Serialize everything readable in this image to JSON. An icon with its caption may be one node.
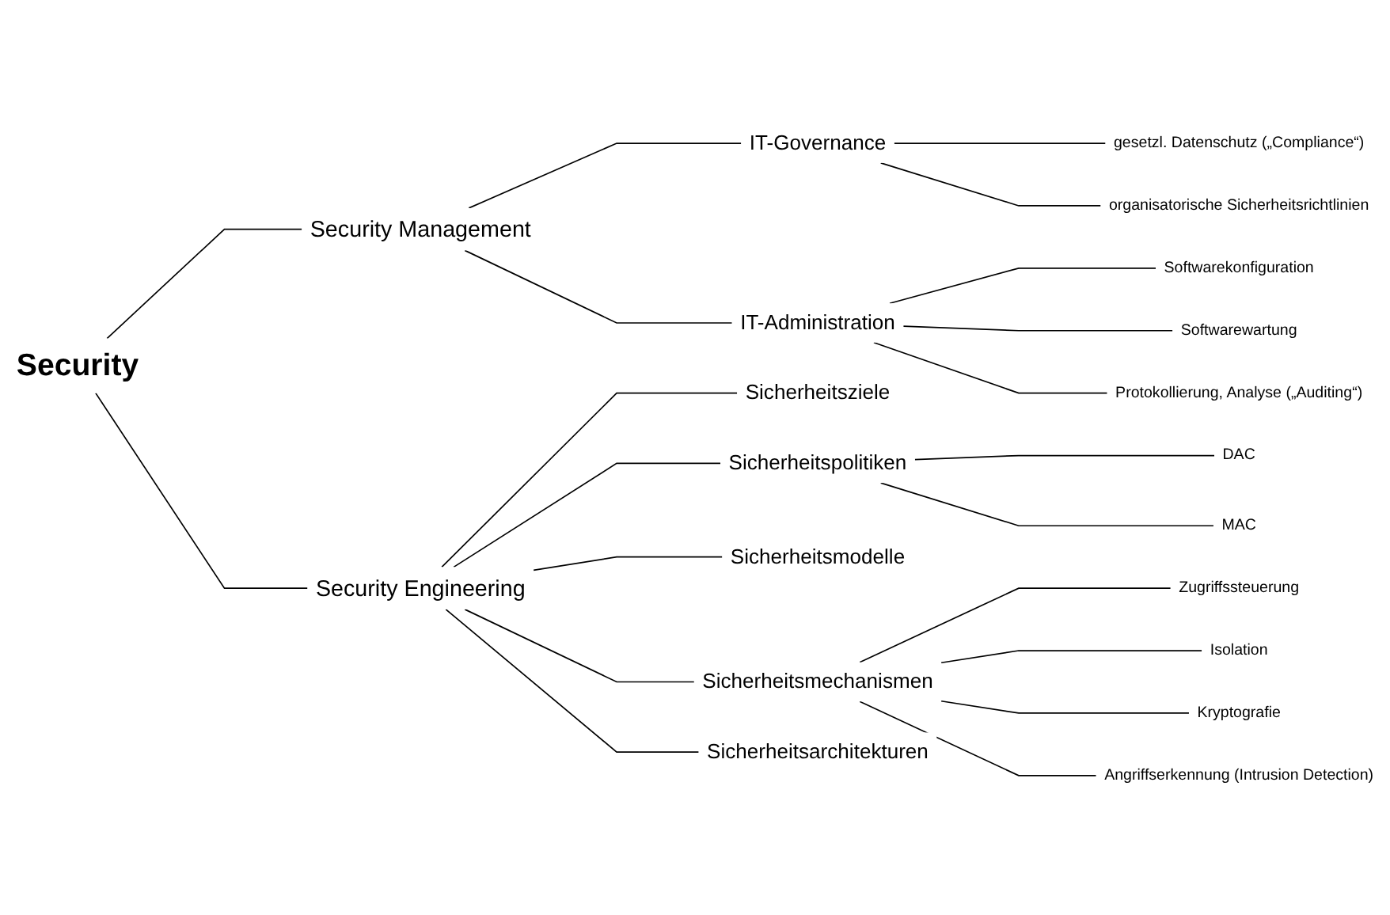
{
  "diagram": {
    "nodes": [
      {
        "text": [
          "Security"
        ]
      },
      {
        "text": [
          "Security Management"
        ]
      },
      {
        "text": [
          "IT-Governance"
        ]
      },
      {
        "text": [
          "gesetzl. Datenschutz („Compliance“)"
        ]
      },
      {
        "text": [
          "organisatorische Sicherheitsrichtlinien"
        ]
      },
      {
        "text": [
          "IT-Administration"
        ]
      },
      {
        "text": [
          "Softwarekonfiguration"
        ]
      },
      {
        "text": [
          "Softwarewartung"
        ]
      },
      {
        "text": [
          "Protokollierung, Analyse („Auditing“)"
        ]
      },
      {
        "text": [
          "Security Engineering"
        ]
      },
      {
        "text": [
          "Sicherheitsziele"
        ]
      },
      {
        "text": [
          "Sicherheitspolitiken"
        ]
      },
      {
        "text": [
          "DAC"
        ]
      },
      {
        "text": [
          "MAC"
        ]
      },
      {
        "text": [
          "Sicherheitsmodelle"
        ]
      },
      {
        "text": [
          "Sicherheitsmechanismen"
        ]
      },
      {
        "text": [
          "Zugriffssteuerung"
        ]
      },
      {
        "text": [
          "Isolation"
        ]
      },
      {
        "text": [
          "Kryptografie"
        ]
      },
      {
        "text": [
          "Angriffserkennung (Intrusion Detection)"
        ]
      },
      {
        "text": [
          "Sicherheitsarchitekturen"
        ]
      }
    ],
    "edges": [
      {
        "from": 0,
        "to": 1,
        "arrow": "none"
      },
      {
        "from": 1,
        "to": 2,
        "arrow": "none"
      },
      {
        "from": 2,
        "to": 3,
        "arrow": "none"
      },
      {
        "from": 2,
        "to": 4,
        "arrow": "none"
      },
      {
        "from": 1,
        "to": 5,
        "arrow": "none"
      },
      {
        "from": 5,
        "to": 6,
        "arrow": "none"
      },
      {
        "from": 5,
        "to": 7,
        "arrow": "none"
      },
      {
        "from": 5,
        "to": 8,
        "arrow": "none"
      },
      {
        "from": 0,
        "to": 9,
        "arrow": "none"
      },
      {
        "from": 9,
        "to": 10,
        "arrow": "none"
      },
      {
        "from": 9,
        "to": 11,
        "arrow": "none"
      },
      {
        "from": 11,
        "to": 12,
        "arrow": "none"
      },
      {
        "from": 11,
        "to": 13,
        "arrow": "none"
      },
      {
        "from": 9,
        "to": 14,
        "arrow": "none"
      },
      {
        "from": 9,
        "to": 15,
        "arrow": "none"
      },
      {
        "from": 15,
        "to": 16,
        "arrow": "none"
      },
      {
        "from": 15,
        "to": 17,
        "arrow": "none"
      },
      {
        "from": 15,
        "to": 18,
        "arrow": "none"
      },
      {
        "from": 15,
        "to": 19,
        "arrow": "none"
      },
      {
        "from": 9,
        "to": 20,
        "arrow": "none"
      }
    ]
  }
}
